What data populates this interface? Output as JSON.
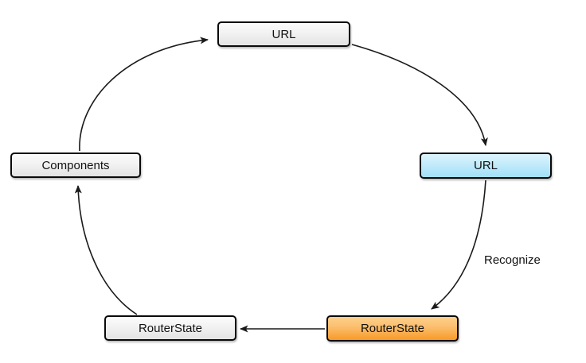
{
  "diagram": {
    "nodes": [
      {
        "id": "url-top",
        "label": "URL",
        "variant": "gray"
      },
      {
        "id": "url-recognized",
        "label": "URL",
        "variant": "blue"
      },
      {
        "id": "routerstate-new",
        "label": "RouterState",
        "variant": "orange"
      },
      {
        "id": "routerstate-old",
        "label": "RouterState",
        "variant": "gray"
      },
      {
        "id": "components",
        "label": "Components",
        "variant": "gray"
      }
    ],
    "edges": [
      {
        "from": "components",
        "to": "url-top",
        "label": ""
      },
      {
        "from": "url-top",
        "to": "url-recognized",
        "label": ""
      },
      {
        "from": "url-recognized",
        "to": "routerstate-new",
        "label": "Recognize"
      },
      {
        "from": "routerstate-new",
        "to": "routerstate-old",
        "label": ""
      },
      {
        "from": "routerstate-old",
        "to": "components",
        "label": ""
      }
    ],
    "colors": {
      "gray_box_top": "#fcfcfc",
      "gray_box_bottom": "#e3e3e3",
      "blue_box_top": "#ddf4fd",
      "blue_box_bottom": "#a0e0f8",
      "orange_box_top": "#fdd08b",
      "orange_box_bottom": "#f79a28",
      "box_border": "#0a0a0a",
      "arrow": "#1a1a1a",
      "text": "#111111",
      "background": "#ffffff"
    }
  }
}
